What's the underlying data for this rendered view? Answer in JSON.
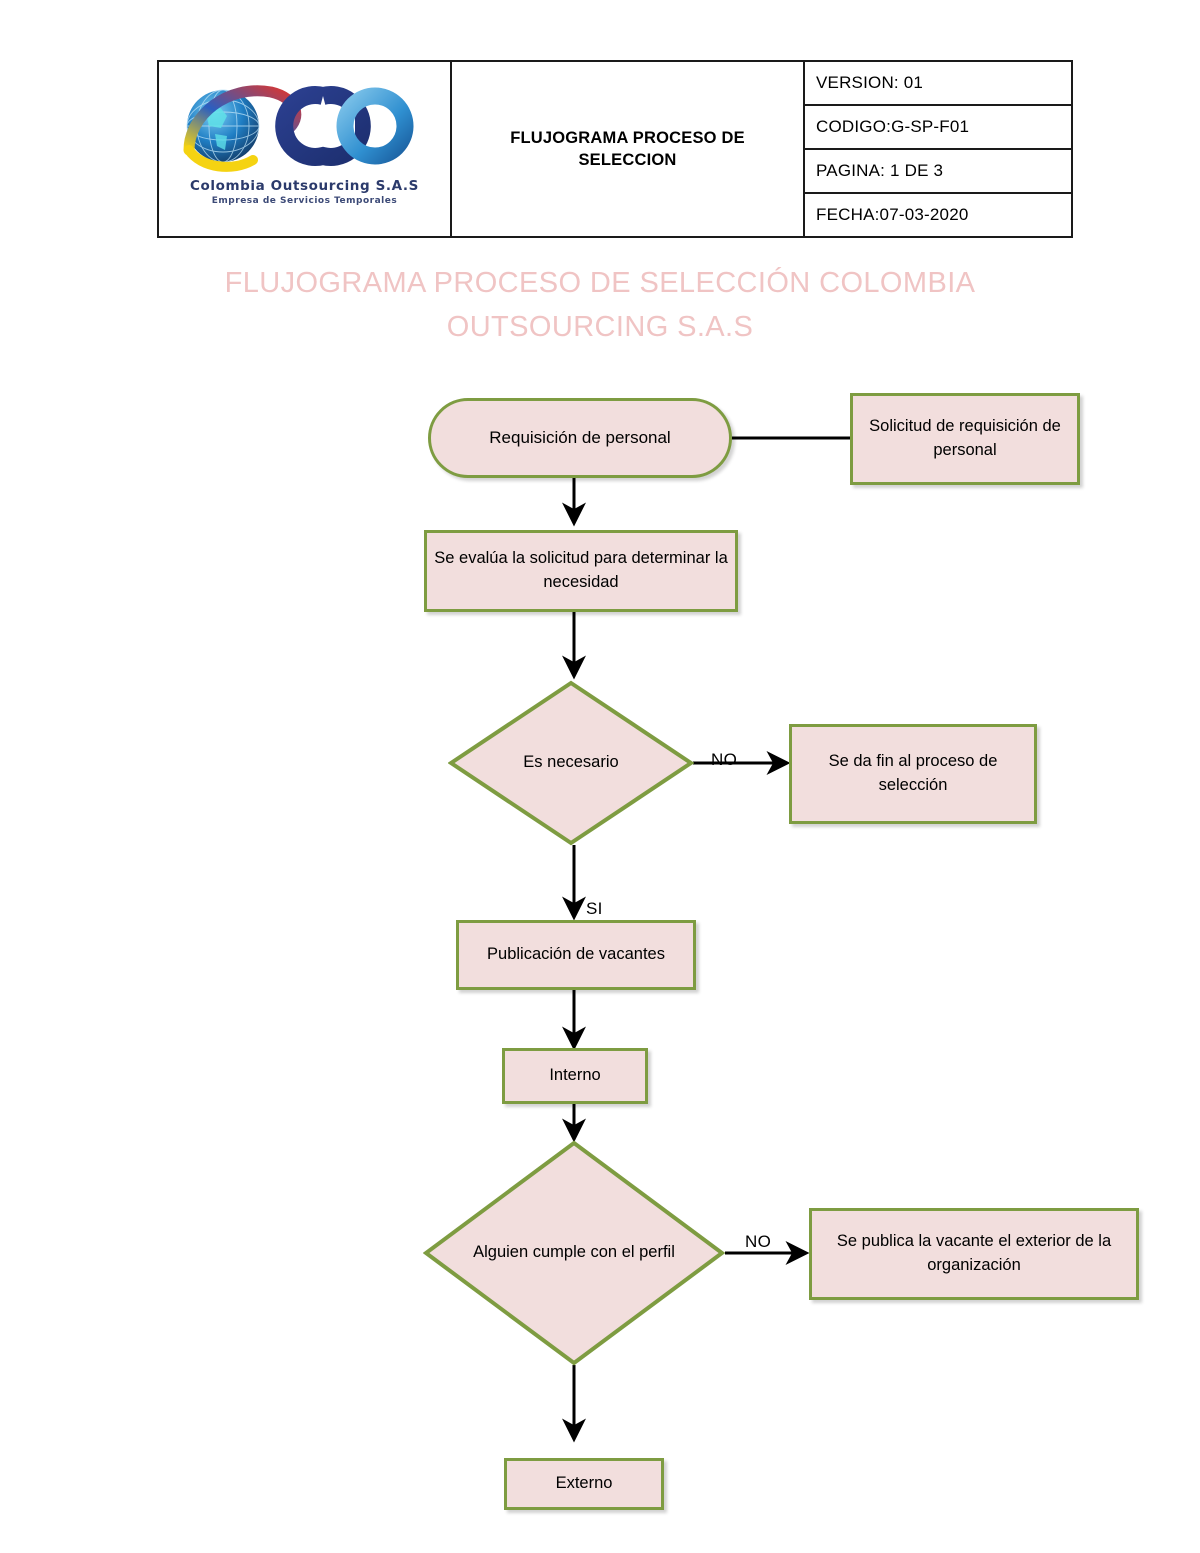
{
  "header": {
    "logo": {
      "company_name": "Colombia Outsourcing S.A.S",
      "tagline": "Empresa de Servicios Temporales"
    },
    "title": "FLUJOGRAMA PROCESO DE SELECCION",
    "meta": [
      {
        "label": "VERSION: 01"
      },
      {
        "label": "CODIGO:G-SP-F01"
      },
      {
        "label": "PAGINA: 1 DE 3"
      },
      {
        "label": "FECHA:07-03-2020"
      }
    ]
  },
  "document": {
    "title": "FLUJOGRAMA PROCESO DE SELECCIÓN COLOMBIA OUTSOURCING S.A.S"
  },
  "colors": {
    "node_fill": "#f2dedd",
    "node_border": "#7e9c41",
    "title_text": "#f0c4c4",
    "connector": "#000000"
  },
  "flowchart": {
    "nodes": [
      {
        "id": "requisicion",
        "type": "terminator",
        "text": "Requisición de personal"
      },
      {
        "id": "solicitud",
        "type": "process",
        "text": "Solicitud de requisición de personal"
      },
      {
        "id": "evalua",
        "type": "process",
        "text": "Se evalúa la solicitud para determinar la necesidad"
      },
      {
        "id": "es-necesario",
        "type": "decision",
        "text": "Es necesario"
      },
      {
        "id": "fin-proceso",
        "type": "process",
        "text": "Se da fin al proceso de selección"
      },
      {
        "id": "publicacion",
        "type": "process",
        "text": "Publicación de vacantes"
      },
      {
        "id": "interno",
        "type": "process",
        "text": "Interno"
      },
      {
        "id": "alguien-cumple",
        "type": "decision",
        "text": "Alguien cumple con el perfil"
      },
      {
        "id": "publica-exterior",
        "type": "process",
        "text": "Se publica la vacante el exterior de la organización"
      },
      {
        "id": "externo",
        "type": "process",
        "text": "Externo"
      }
    ],
    "edge_labels": {
      "no_necesario": "NO",
      "si_necesario": "SI",
      "no_perfil": "NO"
    }
  }
}
